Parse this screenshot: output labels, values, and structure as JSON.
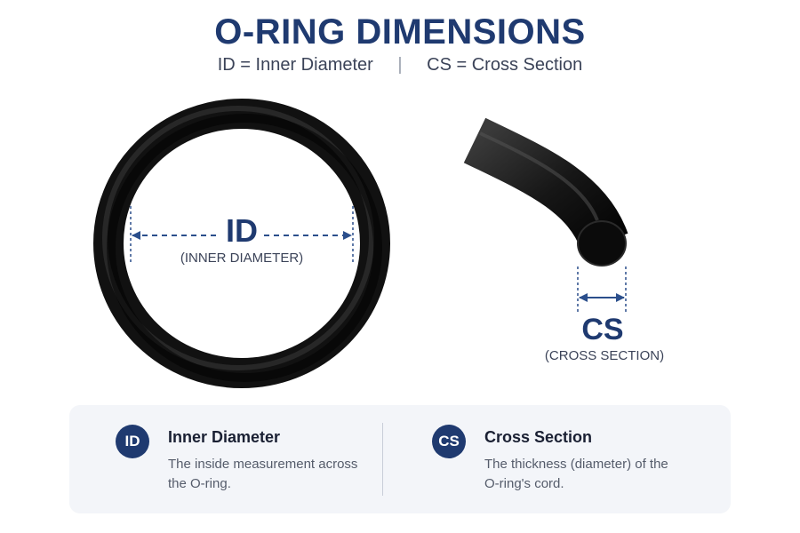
{
  "header": {
    "title": "O-RING DIMENSIONS",
    "subtitle_id": "ID = Inner Diameter",
    "subtitle_sep": "|",
    "subtitle_cs": "CS = Cross Section"
  },
  "ring_diagram": {
    "label": "ID",
    "sublabel": "(INNER DIAMETER)"
  },
  "cross_section_diagram": {
    "label": "CS",
    "sublabel": "(CROSS SECTION)"
  },
  "legend": {
    "items": [
      {
        "badge": "ID",
        "title": "Inner Diameter",
        "description": "The inside measurement across the O-ring."
      },
      {
        "badge": "CS",
        "title": "Cross Section",
        "description": "The thickness (diameter) of the O-ring's cord."
      }
    ]
  },
  "colors": {
    "accent": "#1f3a70",
    "dimension_line": "#2b4f8c",
    "ring": "#111111",
    "panel_bg": "#f3f5f9"
  }
}
